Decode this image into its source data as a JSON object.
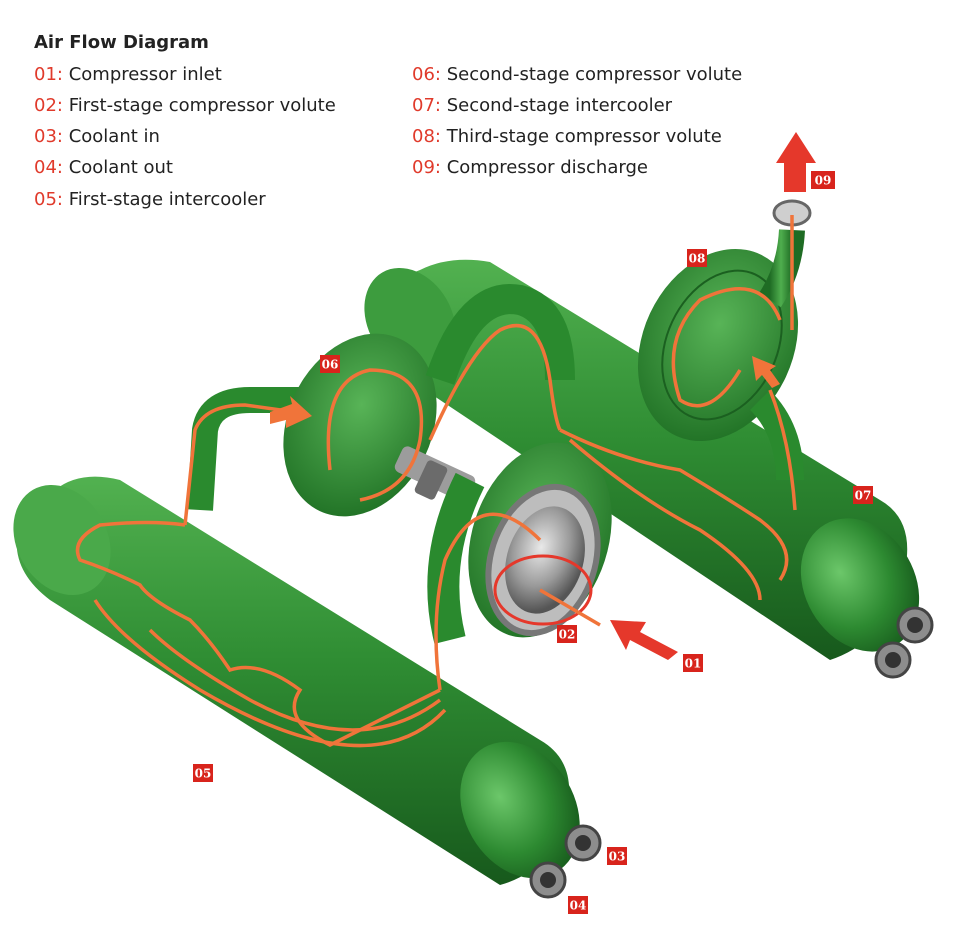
{
  "title": "Air Flow Diagram",
  "legend": [
    {
      "code": "01:",
      "label": "Compressor inlet"
    },
    {
      "code": "02:",
      "label": "First-stage compressor volute"
    },
    {
      "code": "03:",
      "label": "Coolant in"
    },
    {
      "code": "04:",
      "label": "Coolant out"
    },
    {
      "code": "05:",
      "label": "First-stage intercooler"
    },
    {
      "code": "06:",
      "label": "Second-stage compressor volute"
    },
    {
      "code": "07:",
      "label": "Second-stage intercooler"
    },
    {
      "code": "08:",
      "label": "Third-stage compressor volute"
    },
    {
      "code": "09:",
      "label": "Compressor discharge"
    }
  ],
  "tags": [
    "01",
    "02",
    "03",
    "04",
    "05",
    "06",
    "07",
    "08",
    "09"
  ],
  "colors": {
    "accent": "#e03a2b",
    "equipment": "#2e8b32",
    "equipment_dark": "#1c6a22",
    "airflow": "#f0743a",
    "tag_bg": "#d8241c"
  }
}
